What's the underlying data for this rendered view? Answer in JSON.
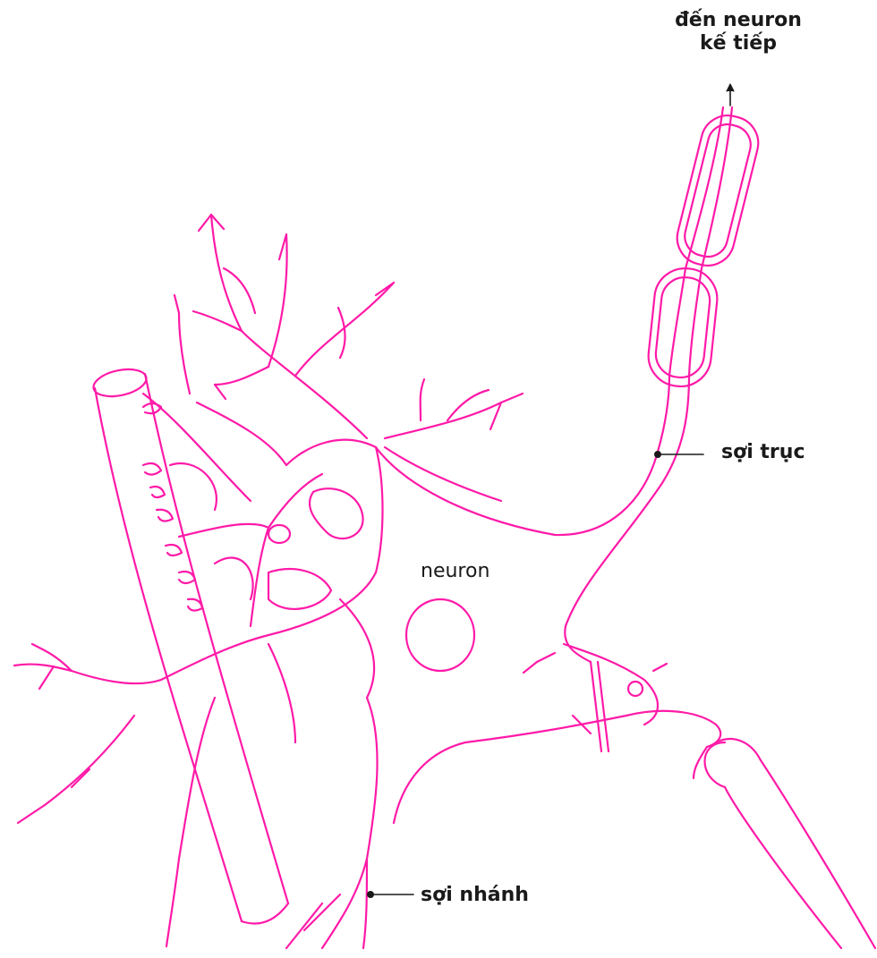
{
  "diagram": {
    "stroke_color": "#ff1aa8",
    "label_color": "#1a1a1a",
    "labels": {
      "next_neuron_line1": "đến neuron",
      "next_neuron_line2": "kế tiếp",
      "axon": "sợi trục",
      "neuron": "neuron",
      "dendrite": "sợi nhánh"
    }
  }
}
